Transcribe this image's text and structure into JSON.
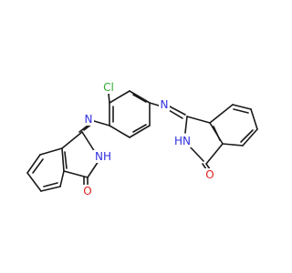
{
  "molecule": {
    "atoms": {
      "cl": {
        "text": "Cl",
        "color": "#33aa33"
      },
      "n_left": {
        "text": "N",
        "color": "#3030e0"
      },
      "n_right": {
        "text": "N",
        "color": "#3030e0"
      },
      "nh_left": {
        "text": "NH",
        "color": "#3030e0"
      },
      "nh_right": {
        "text": "HN",
        "color": "#3030e0"
      },
      "o_left": {
        "text": "O",
        "color": "#e02020"
      },
      "o_right": {
        "text": "O",
        "color": "#e02020"
      }
    },
    "bond_color": "#1a1a1a"
  }
}
